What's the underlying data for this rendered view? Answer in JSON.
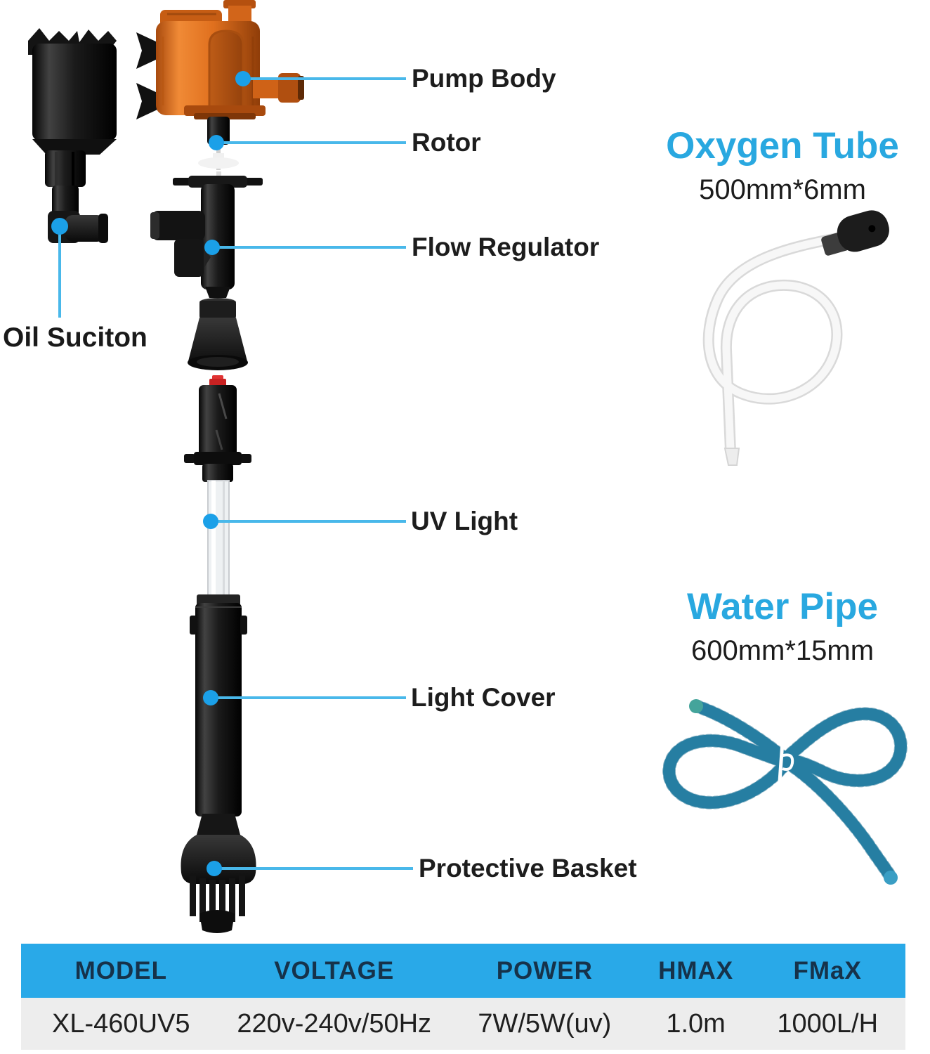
{
  "product_diagram": {
    "part_labels": {
      "pump_body": "Pump Body",
      "rotor": "Rotor",
      "flow_regulator": "Flow Regulator",
      "oil_suction": "Oil Suciton",
      "uv_light": "UV Light",
      "light_cover": "Light Cover",
      "protective_basket": "Protective Basket"
    }
  },
  "accessories": {
    "oxygen_tube": {
      "title": "Oxygen Tube",
      "size": "500mm*6mm"
    },
    "water_pipe": {
      "title": "Water Pipe",
      "size": "600mm*15mm"
    }
  },
  "spec_table": {
    "headers": [
      "MODEL",
      "VOLTAGE",
      "POWER",
      "HMAX",
      "FMaX"
    ],
    "row": [
      "XL-460UV5",
      "220v-240v/50Hz",
      "7W/5W(uv)",
      "1.0m",
      "1000L/H"
    ]
  },
  "colors": {
    "accent_blue": "#29a8e0",
    "table_header_bg": "#29a9e8",
    "table_row_bg": "#ededed",
    "leader_line": "#49b8ea",
    "callout_dot": "#1ba0e8",
    "pump_orange": "#e1701c",
    "water_pipe_teal": "#2e8fb4"
  }
}
